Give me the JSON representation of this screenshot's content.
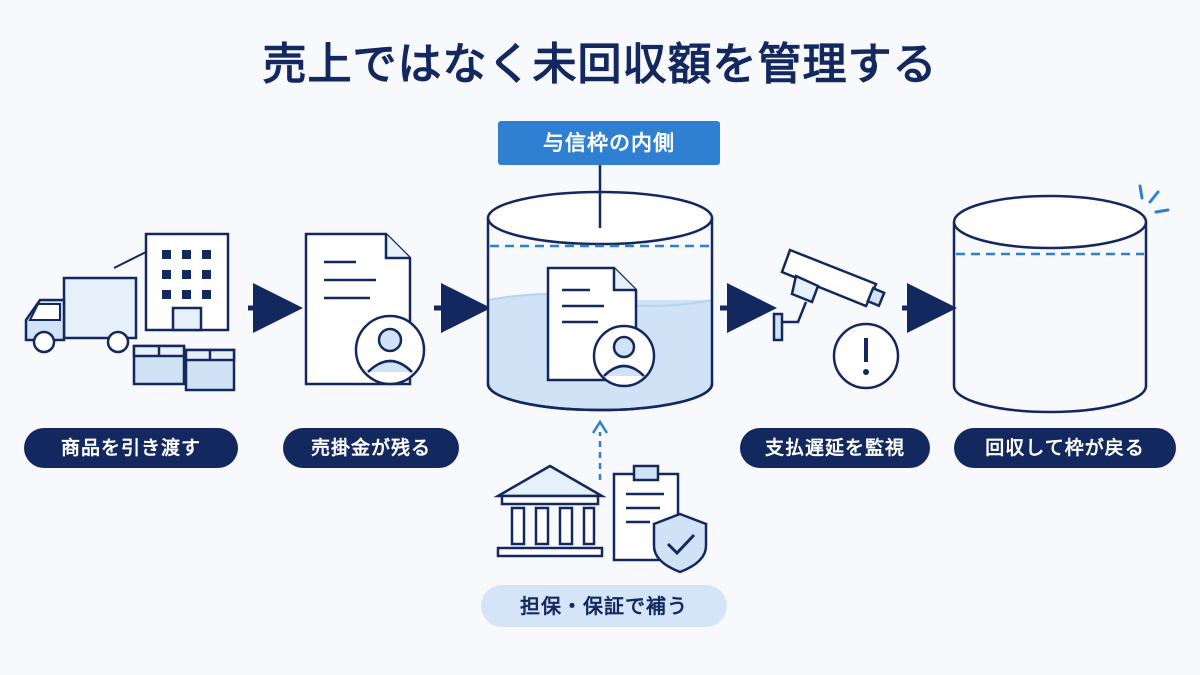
{
  "title": "売上ではなく未回収額を管理する",
  "credit_limit_label": "与信枠の内側",
  "steps": [
    {
      "id": "deliver",
      "label": "商品を引き渡す"
    },
    {
      "id": "receivable",
      "label": "売掛金が残る"
    },
    {
      "id": "monitor",
      "label": "支払遅延を監視"
    },
    {
      "id": "recover",
      "label": "回収して枠が戻る"
    }
  ],
  "collateral_label": "担保・保証で補う",
  "icons": {
    "deliver": [
      "truck-icon",
      "office-building-icon",
      "box-icon"
    ],
    "receivable": [
      "invoice-document-icon",
      "customer-person-icon"
    ],
    "credit_tank": [
      "credit-tank-icon",
      "invoice-document-icon",
      "customer-person-icon"
    ],
    "collateral": [
      "bank-icon",
      "guarantee-clipboard-icon",
      "shield-check-icon"
    ],
    "monitor": [
      "security-camera-icon",
      "alert-icon"
    ],
    "recover": [
      "empty-tank-icon",
      "sparkle-icon"
    ]
  },
  "colors": {
    "navy": "#13285e",
    "accent_blue": "#2f7fd2",
    "light_fill": "#cfe2f6",
    "pale_fill": "#e6f0fa",
    "background": "#f7f9fc"
  }
}
